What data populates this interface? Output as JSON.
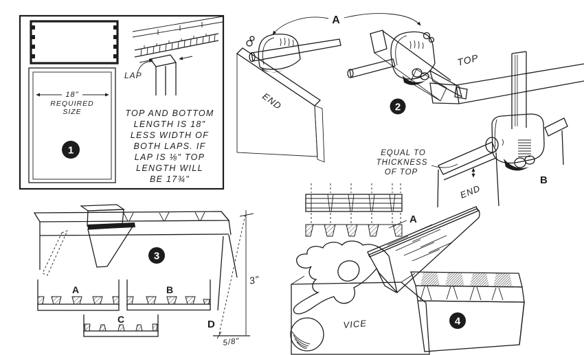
{
  "palette": {
    "ink": "#1c1c1c",
    "paper": "#ffffff"
  },
  "panel1": {
    "number": "1",
    "dimension": "18\"",
    "required_line1": "REQUIRED",
    "required_line2": "SIZE",
    "lap_label": "LAP",
    "notes": [
      "TOP AND BOTTOM",
      "LENGTH IS 18\"",
      "LESS WIDTH OF",
      "BOTH LAPS. IF",
      "LAP IS ⅛\" TOP",
      "LENGTH WILL",
      "BE 17¾\""
    ]
  },
  "panel2": {
    "number": "2",
    "pointer_label": "A",
    "end_label": "END",
    "top_label": "TOP",
    "gauge_b_label": "B",
    "end_label_2": "END",
    "note_lines": [
      "EQUAL TO",
      "THICKNESS",
      "OF TOP"
    ]
  },
  "panel3": {
    "number": "3",
    "section_a": "A",
    "section_b": "B",
    "section_c": "C",
    "slope_label": "D",
    "rise_dimension": "3\"",
    "run_dimension": "5/8\""
  },
  "panel4": {
    "number": "4",
    "layout_label": "A",
    "vice_label": "VICE"
  }
}
